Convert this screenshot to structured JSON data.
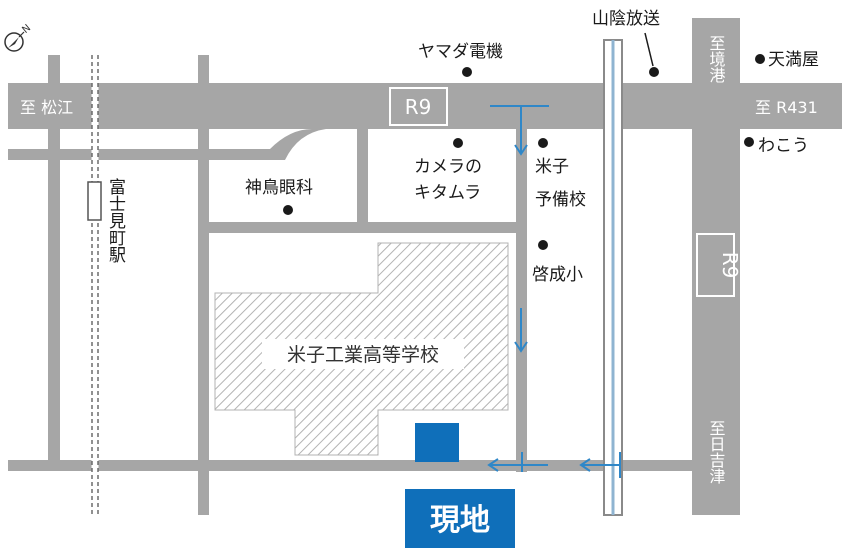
{
  "map": {
    "north_label": "N",
    "road_labels": {
      "r9_top": "R9",
      "r9_right": "R9",
      "to_matsue": "至 松江",
      "to_r431": "至 R431",
      "to_sakaiminato": "至境港",
      "to_hiezu": "至日吉津"
    },
    "landmarks": {
      "yamada_denki": "ヤマダ電機",
      "sanin_hoso": "山陰放送",
      "tenmanya": "天満屋",
      "wakou": "わこう",
      "camera_kitamura_1": "カメラの",
      "camera_kitamura_2": "キタムラ",
      "yonago_yobiko_1": "米子",
      "yonago_yobiko_2": "予備校",
      "keisei_sho": "啓成小",
      "shinchou_ganka": "神鳥眼科",
      "station": "富士見町駅",
      "school": "米子工業高等学校"
    },
    "site_label": "現地",
    "colors": {
      "road": "#a6a6a6",
      "site": "#0f6fba",
      "arrow": "#2f87c8",
      "hatch": "#b3b3b3",
      "rail": "#8a8a8a"
    }
  }
}
